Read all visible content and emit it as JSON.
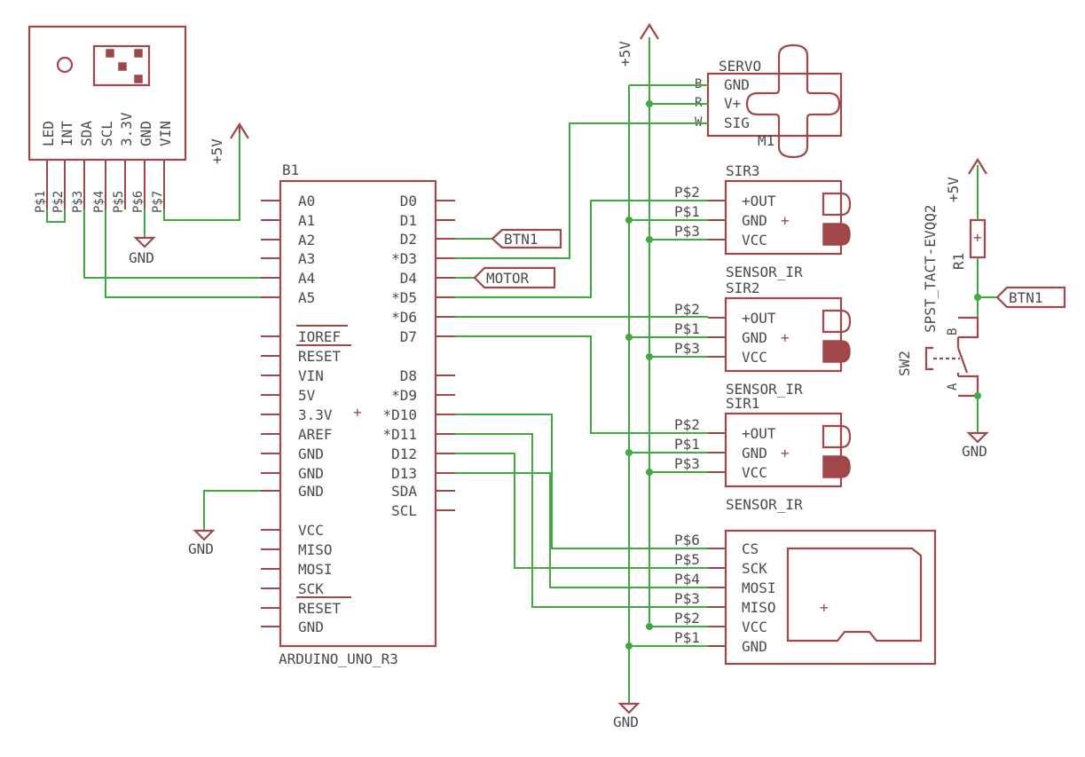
{
  "accel": {
    "pins": [
      "LED",
      "INT",
      "SDA",
      "SCL",
      "3.3V",
      "GND",
      "VIN"
    ],
    "pads": [
      "P$1",
      "P$2",
      "P$3",
      "P$4",
      "P$5",
      "P$6",
      "P$7"
    ]
  },
  "arduino": {
    "name": "B1",
    "value": "ARDUINO_UNO_R3",
    "left_pins": [
      "A0",
      "A1",
      "A2",
      "A3",
      "A4",
      "A5",
      "IOREF",
      "RESET",
      "VIN",
      "5V",
      "3.3V",
      "AREF",
      "GND",
      "GND",
      "GND",
      "VCC",
      "MISO",
      "MOSI",
      "SCK",
      "RESET",
      "GND"
    ],
    "right_pins": [
      "D0",
      "D1",
      "D2",
      "*D3",
      "D4",
      "*D5",
      "*D6",
      "D7",
      "D8",
      "*D9",
      "*D10",
      "*D11",
      "D12",
      "D13",
      "SDA",
      "SCL"
    ]
  },
  "servo": {
    "name": "SERVO",
    "ref": "M1",
    "pins": [
      "GND",
      "V+",
      "SIG"
    ],
    "pads": [
      "B",
      "R",
      "W"
    ]
  },
  "sir3": {
    "name": "SIR3",
    "value": "SENSOR_IR",
    "pads": [
      "P$2",
      "P$1",
      "P$3"
    ],
    "pins": [
      "+OUT",
      "GND",
      "VCC"
    ]
  },
  "sir2": {
    "name": "SIR2",
    "value": "SENSOR_IR",
    "pads": [
      "P$2",
      "P$1",
      "P$3"
    ],
    "pins": [
      "+OUT",
      "GND",
      "VCC"
    ]
  },
  "sir1": {
    "name": "SIR1",
    "value": "SENSOR_IR",
    "pads": [
      "P$2",
      "P$1",
      "P$3"
    ],
    "pins": [
      "+OUT",
      "GND",
      "VCC"
    ]
  },
  "sd": {
    "pads": [
      "P$6",
      "P$5",
      "P$4",
      "P$3",
      "P$2",
      "P$1"
    ],
    "pins": [
      "CS",
      "SCK",
      "MOSI",
      "MISO",
      "VCC",
      "GND"
    ]
  },
  "switch": {
    "ref": "SW2",
    "value": "SPST_TACT-EVQQ2",
    "pin_b": "B",
    "pin_a": "A"
  },
  "resistor": {
    "ref": "R1"
  },
  "net_labels": {
    "btn1": "BTN1",
    "motor": "MOTOR"
  },
  "supplies": {
    "plus5v": "+5V",
    "gnd": "GND"
  }
}
